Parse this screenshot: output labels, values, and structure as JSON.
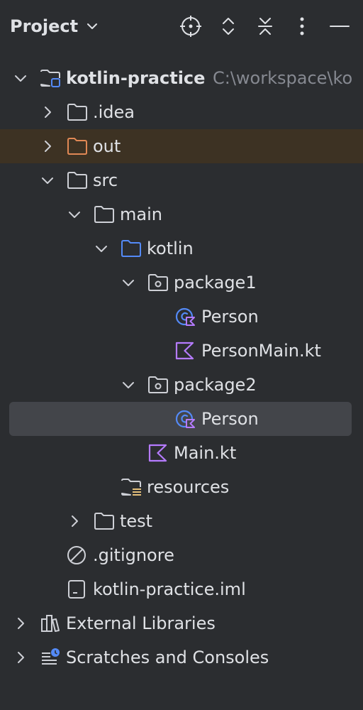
{
  "header": {
    "title": "Project",
    "icons": [
      "chevron-down-icon",
      "locate-icon",
      "expand-all-icon",
      "collapse-all-icon",
      "more-options-icon",
      "minimize-icon"
    ]
  },
  "colors": {
    "background": "#2b2d30",
    "text": "#dfe1e5",
    "hint": "#868991",
    "folder_gray": "#ced0d6",
    "folder_orange": "#e08855",
    "folder_blue": "#548af7",
    "kotlin_purple": "#b57bff",
    "selection": "#43454a",
    "excluded_row": "#3d3223"
  },
  "tree": [
    {
      "label": "kotlin-practice",
      "hint": "C:\\workspace\\ko",
      "icon": "module-folder-icon",
      "expanded": true
    },
    {
      "label": ".idea",
      "icon": "folder-icon",
      "expanded": false
    },
    {
      "label": "out",
      "icon": "excluded-folder-icon",
      "expanded": false
    },
    {
      "label": "src",
      "icon": "folder-icon",
      "expanded": true
    },
    {
      "label": "main",
      "icon": "folder-icon",
      "expanded": true
    },
    {
      "label": "kotlin",
      "icon": "source-folder-icon",
      "expanded": true
    },
    {
      "label": "package1",
      "icon": "package-icon",
      "expanded": true
    },
    {
      "label": "Person",
      "icon": "kotlin-class-icon"
    },
    {
      "label": "PersonMain.kt",
      "icon": "kotlin-file-icon"
    },
    {
      "label": "package2",
      "icon": "package-icon",
      "expanded": true
    },
    {
      "label": "Person",
      "icon": "kotlin-class-icon",
      "selected": true
    },
    {
      "label": "Main.kt",
      "icon": "kotlin-file-icon"
    },
    {
      "label": "resources",
      "icon": "resources-folder-icon"
    },
    {
      "label": "test",
      "icon": "folder-icon",
      "expanded": false
    },
    {
      "label": ".gitignore",
      "icon": "ignored-file-icon"
    },
    {
      "label": "kotlin-practice.iml",
      "icon": "iml-file-icon"
    },
    {
      "label": "External Libraries",
      "icon": "libraries-icon",
      "expanded": false
    },
    {
      "label": "Scratches and Consoles",
      "icon": "scratches-icon",
      "expanded": false
    }
  ]
}
